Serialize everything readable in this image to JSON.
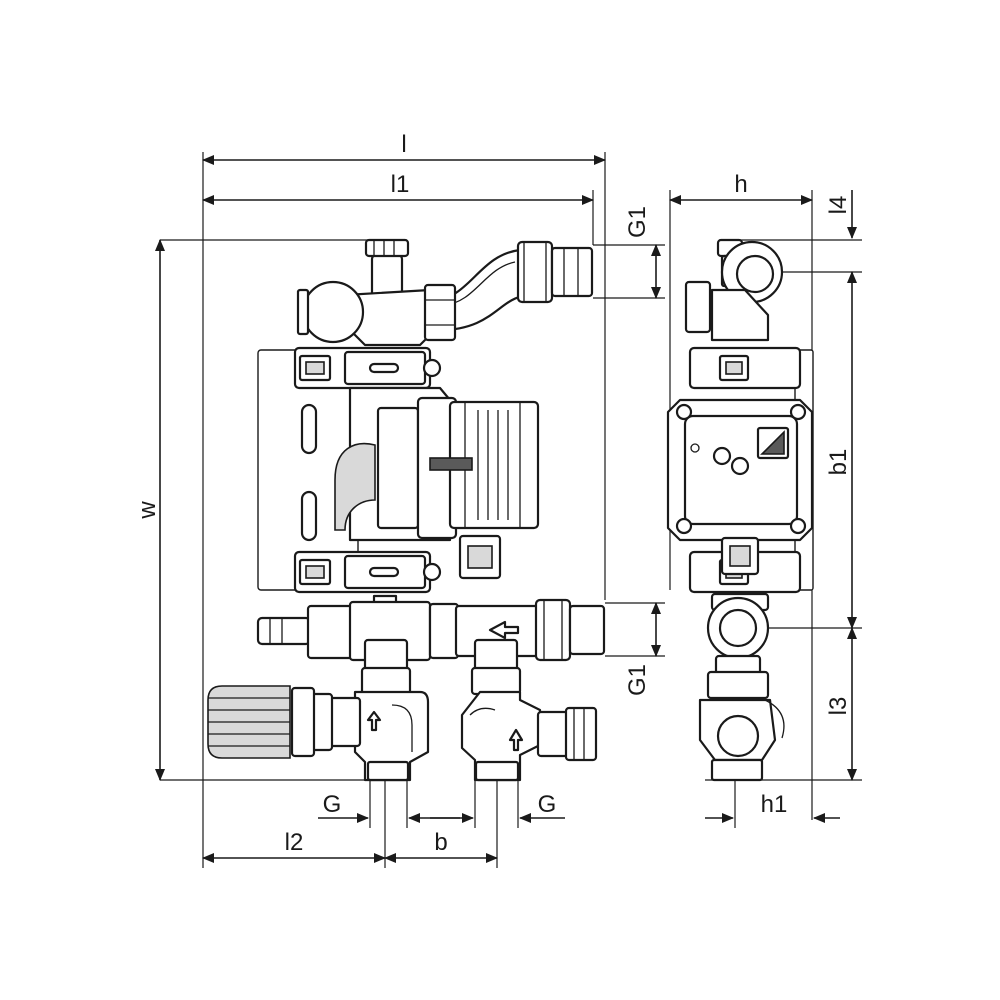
{
  "dimensions": {
    "l": "l",
    "l1": "l1",
    "l2": "l2",
    "l3": "l3",
    "l4": "l4",
    "w": "w",
    "b": "b",
    "b1": "b1",
    "h": "h",
    "h1": "h1",
    "g1_top": "G1",
    "g1_bottom": "G1",
    "g_left": "G",
    "g_right": "G"
  }
}
